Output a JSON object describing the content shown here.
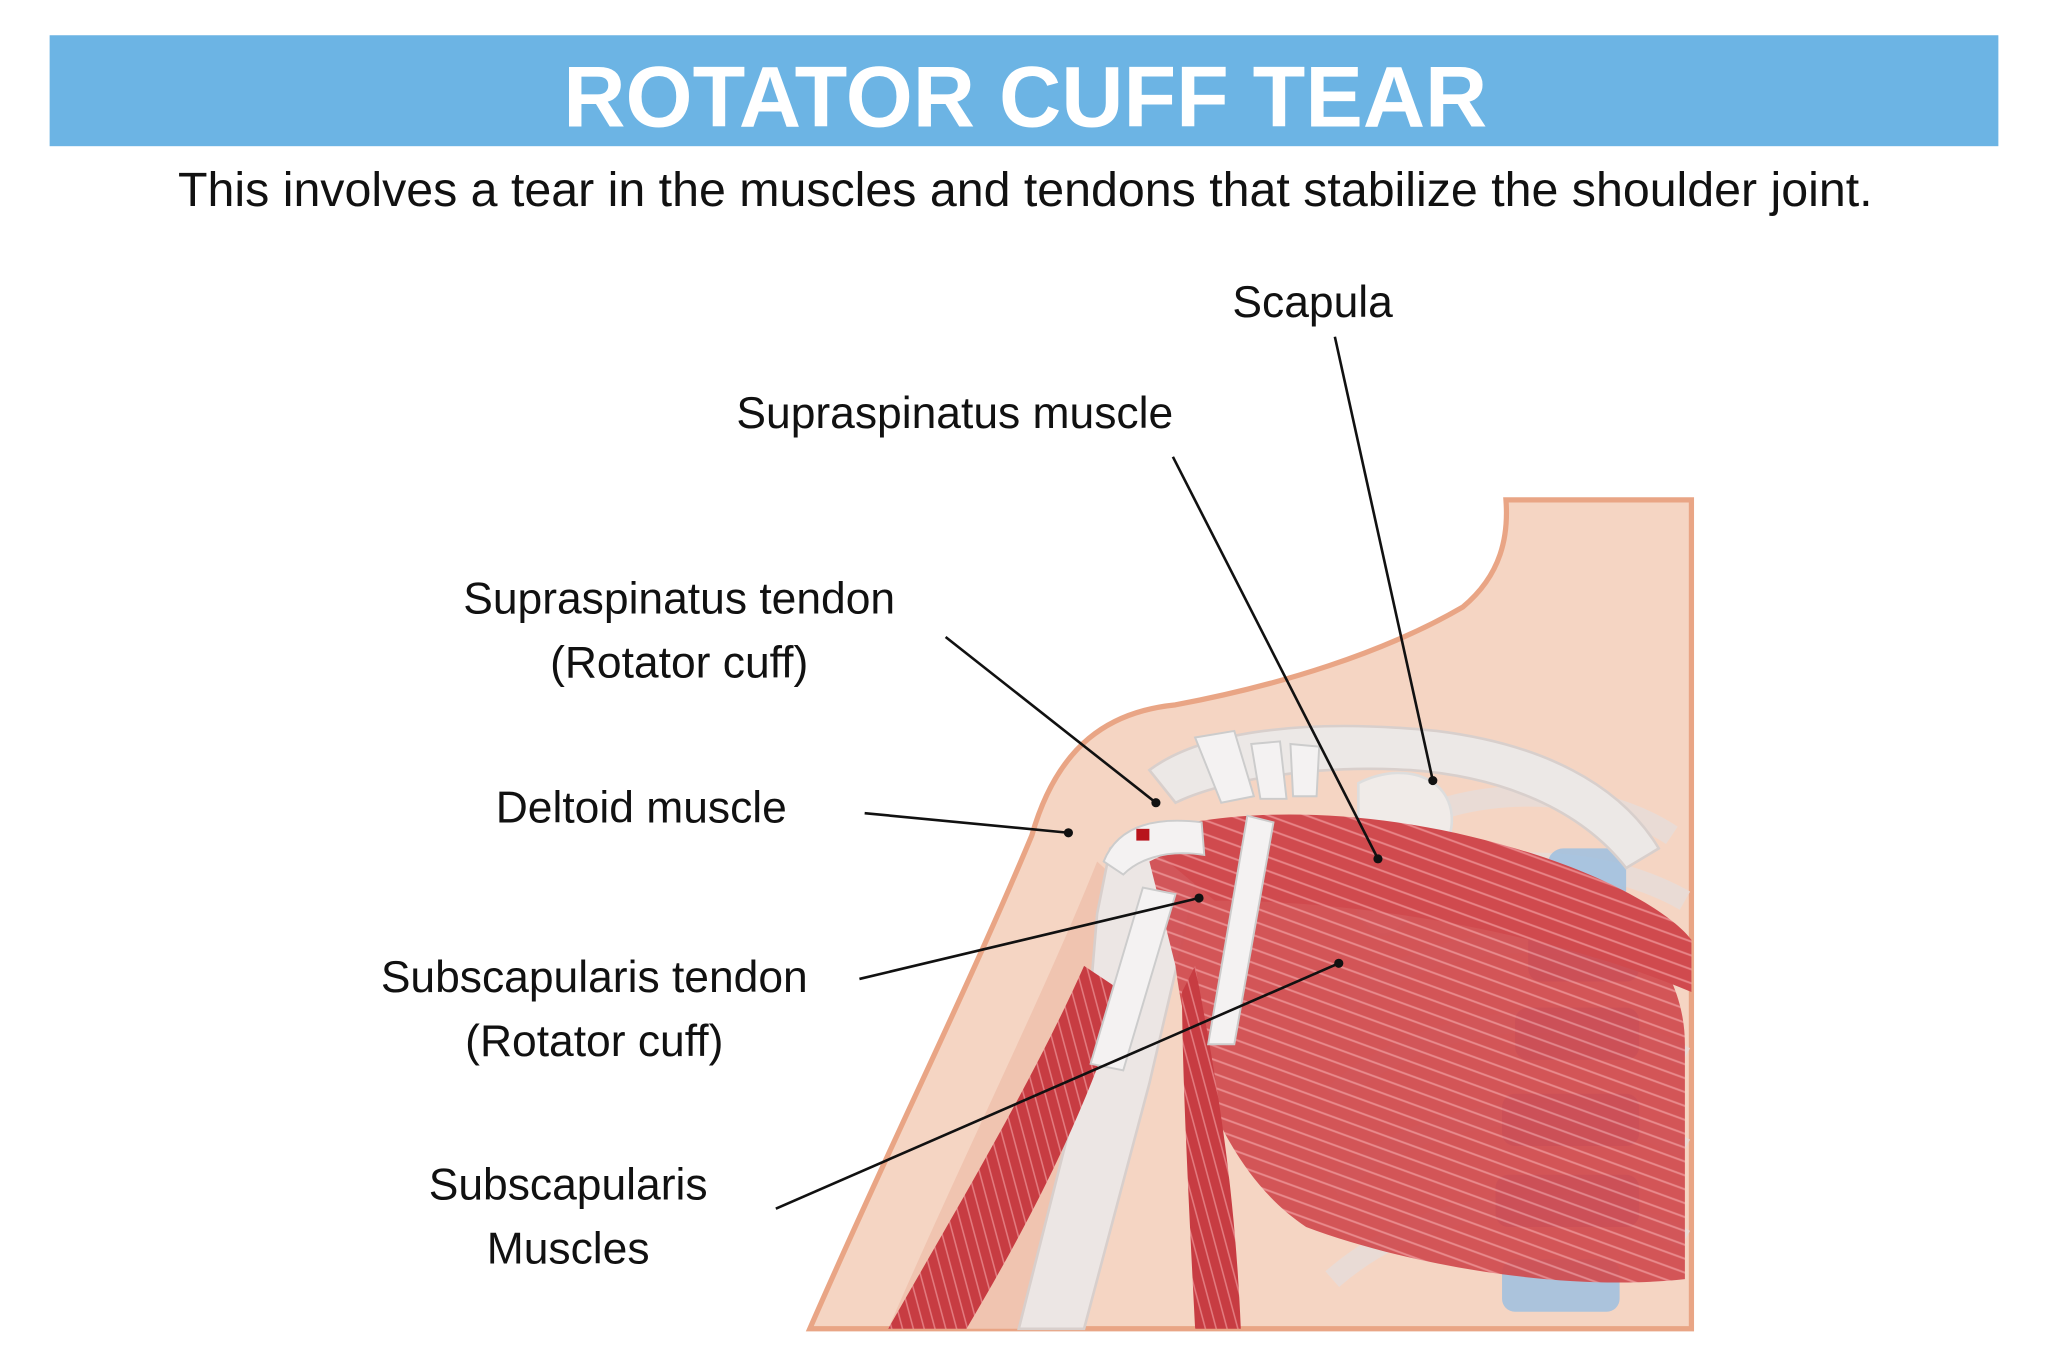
{
  "title": "ROTATOR CUFF TEAR",
  "subtitle": "This involves a tear in the muscles and tendons that stabilize the shoulder joint.",
  "colors": {
    "banner": "#6cb4e4",
    "skin": "#f5d5c3",
    "skin_outline": "#e9a585",
    "muscle": "#d04a4e",
    "bone": "#eae6e4",
    "cartilage": "#8aa9d6"
  },
  "labels": {
    "scapula": "Scapula",
    "supraspinatus_muscle": "Supraspinatus muscle",
    "supraspinatus_tendon": [
      "Supraspinatus tendon",
      "(Rotator cuff)"
    ],
    "deltoid_muscle": "Deltoid muscle",
    "subscapularis_tendon": [
      "Subscapularis tendon",
      "(Rotator cuff)"
    ],
    "subscapularis_muscles": [
      "Subscapularis",
      "Muscles"
    ]
  }
}
